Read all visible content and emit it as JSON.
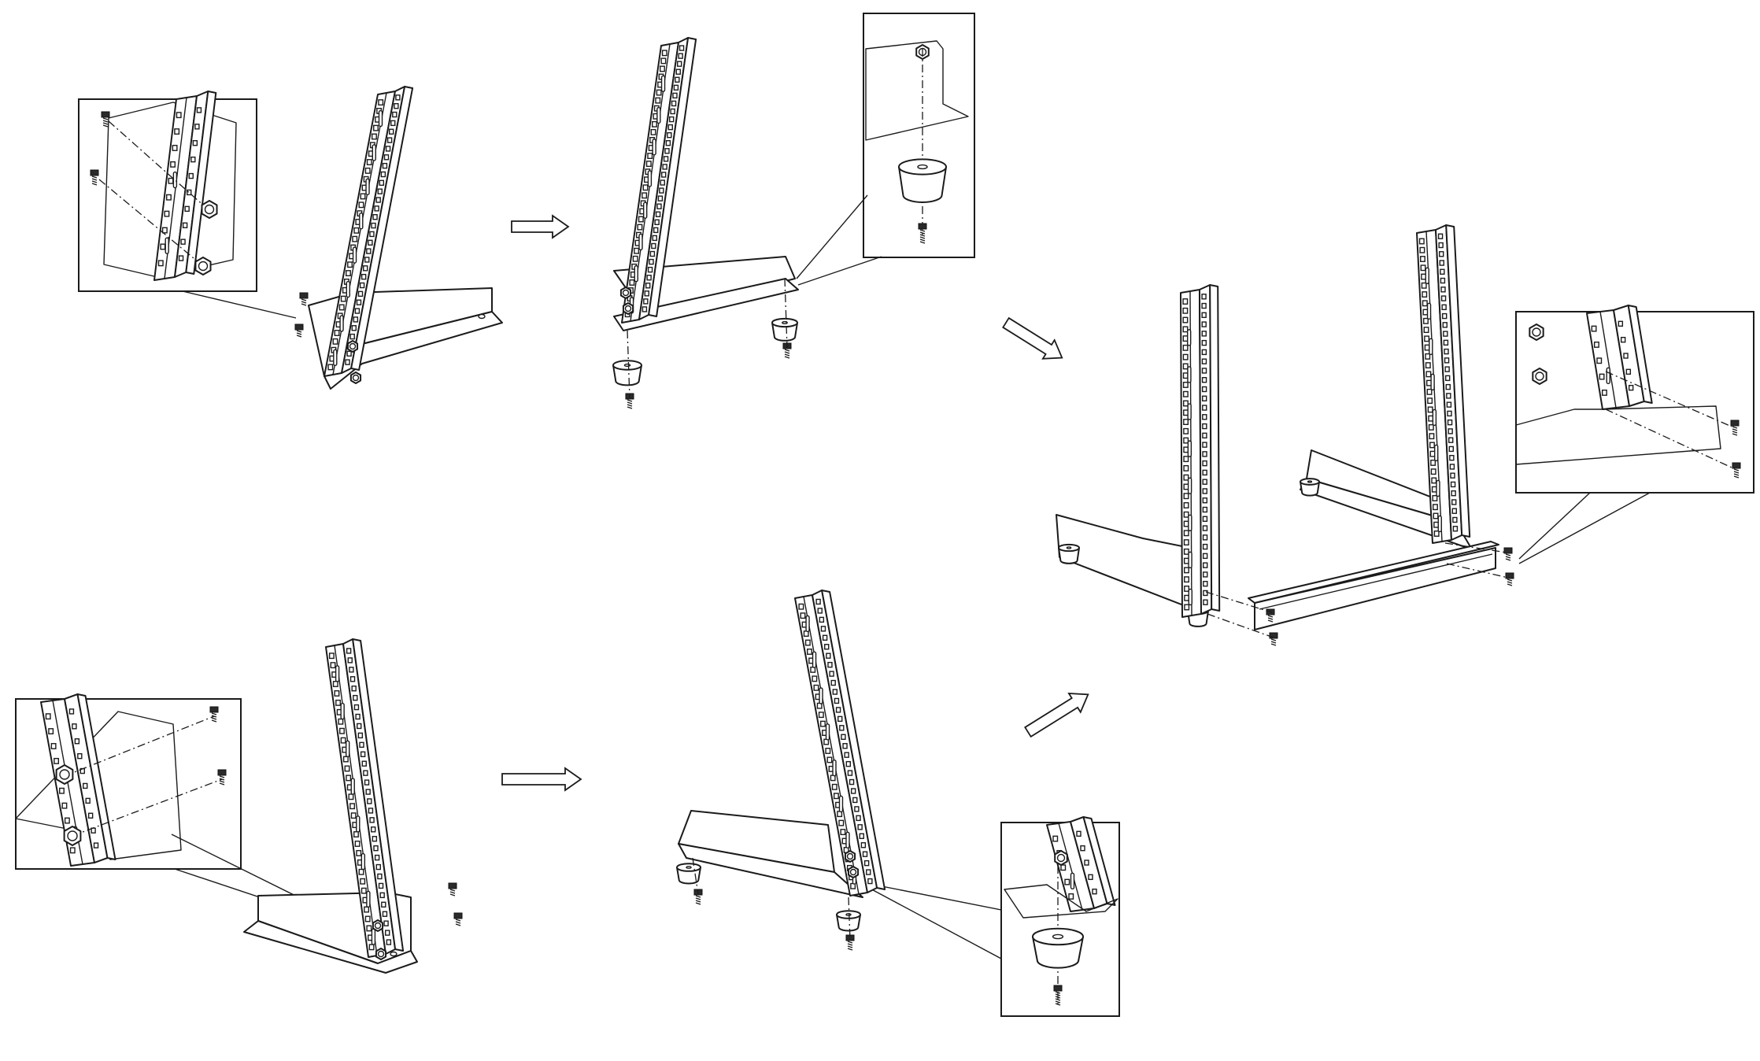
{
  "diagram": {
    "type": "assembly-instructions",
    "steps": [
      {
        "name": "step-1-top",
        "parts": [
          "post",
          "base-bracket",
          "screws",
          "nuts"
        ],
        "callout": "bolt-detail-left"
      },
      {
        "name": "step-2-top",
        "parts": [
          "post",
          "base-bracket",
          "foot-pads",
          "screws"
        ],
        "callout": "foot-detail-top"
      },
      {
        "name": "step-1-bottom",
        "parts": [
          "post",
          "base-bracket",
          "screws",
          "nuts"
        ],
        "callout": "bolt-detail-right"
      },
      {
        "name": "step-2-bottom",
        "parts": [
          "post",
          "base-bracket",
          "foot-pads",
          "screws"
        ],
        "callout": "foot-detail-bottom"
      },
      {
        "name": "step-3-final",
        "parts": [
          "two-post-frame",
          "cross-rail",
          "screws"
        ],
        "callout": "rail-detail"
      }
    ],
    "arrows": [
      "top-right",
      "top-diagonal-down",
      "bottom-right",
      "bottom-diagonal-up"
    ],
    "colors": {
      "line": "#1b1b1b",
      "fill": "#ffffff",
      "shade": "#d9d9d9"
    }
  }
}
